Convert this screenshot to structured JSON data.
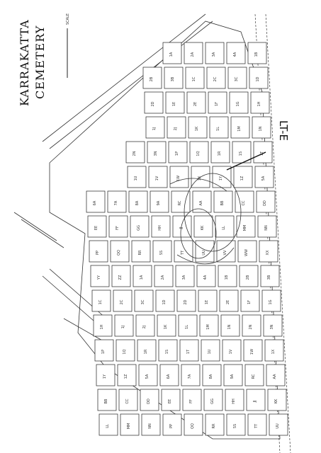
{
  "map": {
    "title_line1": "KARRAKATTA",
    "title_line2": "CEMETERY",
    "scale_label": "SCALE",
    "annotation": "LT-E",
    "section_labels": [
      "1A",
      "2A",
      "3A",
      "4A",
      "1B",
      "2B",
      "3B",
      "1C",
      "2C",
      "3C",
      "1D",
      "2D",
      "1E",
      "2E",
      "1F",
      "1G",
      "1H",
      "1J",
      "2J",
      "1K",
      "1L",
      "1M",
      "1N",
      "2N",
      "3N",
      "1P",
      "1Q",
      "1R",
      "1S",
      "1T",
      "1U",
      "1V",
      "1W",
      "1X",
      "1Y",
      "1Z",
      "5A",
      "6A",
      "7A",
      "8A",
      "9A",
      "RC",
      "AA",
      "BB",
      "CC",
      "DD",
      "EE",
      "FF",
      "GG",
      "HH",
      "JJ",
      "KK",
      "LL",
      "MM",
      "NN",
      "PP",
      "QQ",
      "RR",
      "SS",
      "TT",
      "UU",
      "VV",
      "WW",
      "XX",
      "YY",
      "ZZ"
    ]
  }
}
